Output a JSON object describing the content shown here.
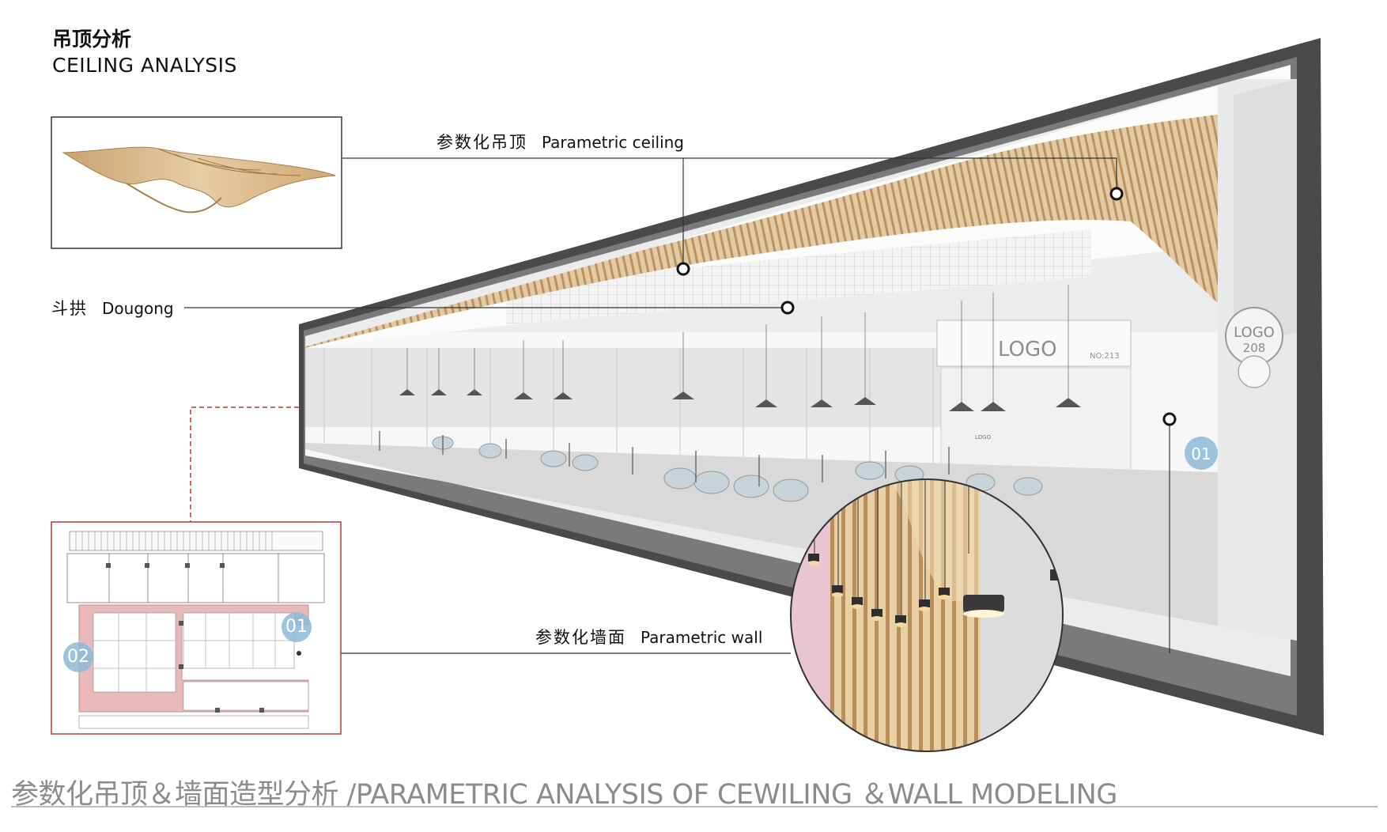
{
  "header": {
    "title_cn": "吊顶分析",
    "title_en": "CEILING  ANALYSIS"
  },
  "callouts": {
    "parametric_ceiling": {
      "cn": "参数化吊顶",
      "en": "Parametric ceiling"
    },
    "dougong": {
      "cn": "斗拱",
      "en": "Dougong"
    },
    "parametric_wall": {
      "cn": "参数化墙面",
      "en": "Parametric wall"
    }
  },
  "signage": {
    "logo_main": "LOGO",
    "counter_number": "NO:213",
    "logo_counter": "LOGO",
    "badge_logo": "LOGO",
    "badge_number": "208"
  },
  "markers": {
    "view_01": "01",
    "plan_01": "01",
    "plan_02": "02"
  },
  "footer": {
    "caption": "参数化吊顶＆墙面造型分析 /PARAMETRIC ANALYSIS OF CEWILING ＆WALL MODELING"
  },
  "colors": {
    "ceiling_wood": "#d9bb8c",
    "frame_dark": "#4a4a4a",
    "plan_highlight": "#e7b9b9",
    "plan_border": "#b23a3a",
    "marker_blue": "#8cb9d7"
  }
}
